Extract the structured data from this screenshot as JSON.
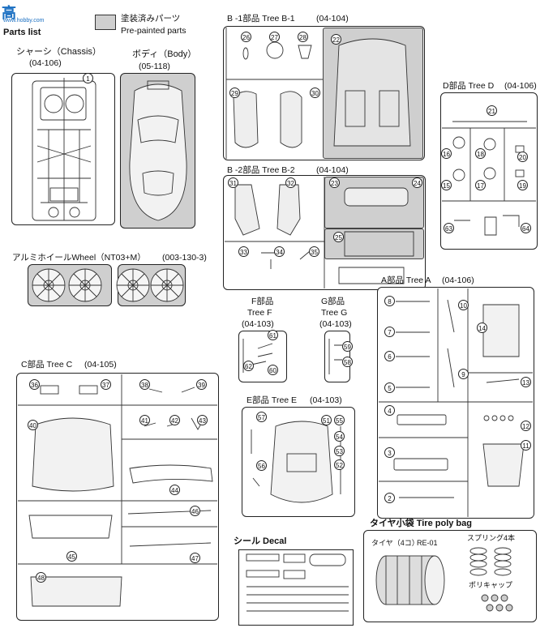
{
  "watermark": {
    "glyph": "高",
    "site": "www.hobby.com"
  },
  "header": {
    "parts_list": "Parts list",
    "prepainted_jp": "塗装済みパーツ",
    "prepainted_en": "Pre-painted parts"
  },
  "sections": {
    "chassis": {
      "title": "シャーシ（Chassis）",
      "code": "(04-106)"
    },
    "body": {
      "title": "ボディ（Body）",
      "code": "(05-118)"
    },
    "tree_b1": {
      "title": "B -1部品 Tree B-1",
      "code": "(04-104)"
    },
    "tree_b2": {
      "title": "B -2部品 Tree B-2",
      "code": "(04-104)"
    },
    "tree_d": {
      "title": "D部品 Tree D",
      "code": "(04-106)"
    },
    "wheel": {
      "title": "アルミホイールWheel（NT03+M）",
      "code": "(003-130-3)"
    },
    "tree_f": {
      "title_jp": "F部品",
      "title_en": "Tree F",
      "code": "(04-103)"
    },
    "tree_g": {
      "title_jp": "G部品",
      "title_en": "Tree G",
      "code": "(04-103)"
    },
    "tree_a": {
      "title": "A部品 Tree A",
      "code": "(04-106)"
    },
    "tree_c": {
      "title": "C部品 Tree C",
      "code": "(04-105)"
    },
    "tree_e": {
      "title": "E部品 Tree E",
      "code": "(04-103)"
    },
    "decal": {
      "title": "シール Decal"
    },
    "tire": {
      "title": "タイヤ小袋 Tire poly bag",
      "tire_label": "タイヤ（4コ）",
      "tire_code": "RE-01",
      "spring": "スプリング4本",
      "cap": "ポリキャップ"
    }
  },
  "part_numbers": {
    "chassis": [
      "1"
    ],
    "b1": [
      "26",
      "27",
      "28",
      "22",
      "29",
      "30"
    ],
    "b2": [
      "31",
      "32",
      "23",
      "24",
      "25",
      "33",
      "34",
      "35"
    ],
    "d": [
      "21",
      "16",
      "18",
      "20",
      "15",
      "17",
      "19",
      "63",
      "64"
    ],
    "fg": [
      "61",
      "62",
      "60",
      "59",
      "58"
    ],
    "a": [
      "8",
      "10",
      "7",
      "14",
      "6",
      "9",
      "5",
      "13",
      "4",
      "12",
      "3",
      "11",
      "2"
    ],
    "c": [
      "36",
      "37",
      "38",
      "39",
      "40",
      "41",
      "42",
      "43",
      "44",
      "46",
      "45",
      "47",
      "48"
    ],
    "e": [
      "57",
      "51",
      "55",
      "54",
      "53",
      "52",
      "56"
    ]
  }
}
